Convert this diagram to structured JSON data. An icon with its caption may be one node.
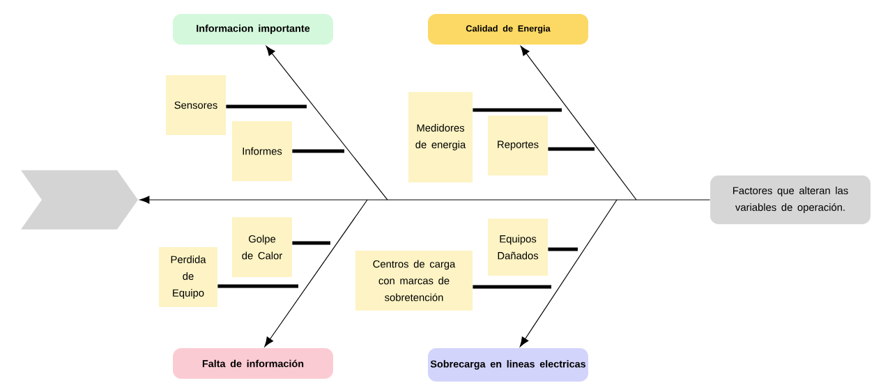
{
  "diagram": {
    "nodes": [
      {
        "text": [
          "Informacion importante"
        ]
      },
      {
        "text": [
          "Calidad de Energia"
        ]
      },
      {
        "text": [
          "Sensores"
        ]
      },
      {
        "text": [
          "Informes"
        ]
      },
      {
        "text": [
          "Medidores de energia"
        ]
      },
      {
        "text": [
          "Reportes"
        ]
      },
      {
        "text": [
          "Factores que alteran las variables de operación."
        ]
      },
      {
        "text": [],
        "shape": "chevron"
      },
      {
        "text": [
          "Golpe de Calor"
        ]
      },
      {
        "text": [
          "Perdida de Equipo"
        ]
      },
      {
        "text": [
          "Centros de carga con marcas de sobretención"
        ]
      },
      {
        "text": [
          "Equipos Dañados"
        ]
      },
      {
        "text": [
          "Falta de información"
        ]
      },
      {
        "text": [
          "Sobrecarga en lineas electricas"
        ]
      }
    ],
    "edges": [
      {
        "from": 6,
        "to": 7,
        "arrow": "to"
      },
      {
        "from": null,
        "to": 0,
        "arrow": "to"
      },
      {
        "from": null,
        "to": 1,
        "arrow": "to"
      },
      {
        "from": null,
        "to": 12,
        "arrow": "to"
      },
      {
        "from": null,
        "to": 13,
        "arrow": "to"
      },
      {
        "from": 2,
        "to": null,
        "arrow": "none"
      },
      {
        "from": 3,
        "to": null,
        "arrow": "none"
      },
      {
        "from": 4,
        "to": null,
        "arrow": "none"
      },
      {
        "from": 5,
        "to": null,
        "arrow": "none"
      },
      {
        "from": 8,
        "to": null,
        "arrow": "none"
      },
      {
        "from": 9,
        "to": null,
        "arrow": "none"
      },
      {
        "from": 10,
        "to": null,
        "arrow": "none"
      },
      {
        "from": 11,
        "to": null,
        "arrow": "none"
      }
    ]
  }
}
